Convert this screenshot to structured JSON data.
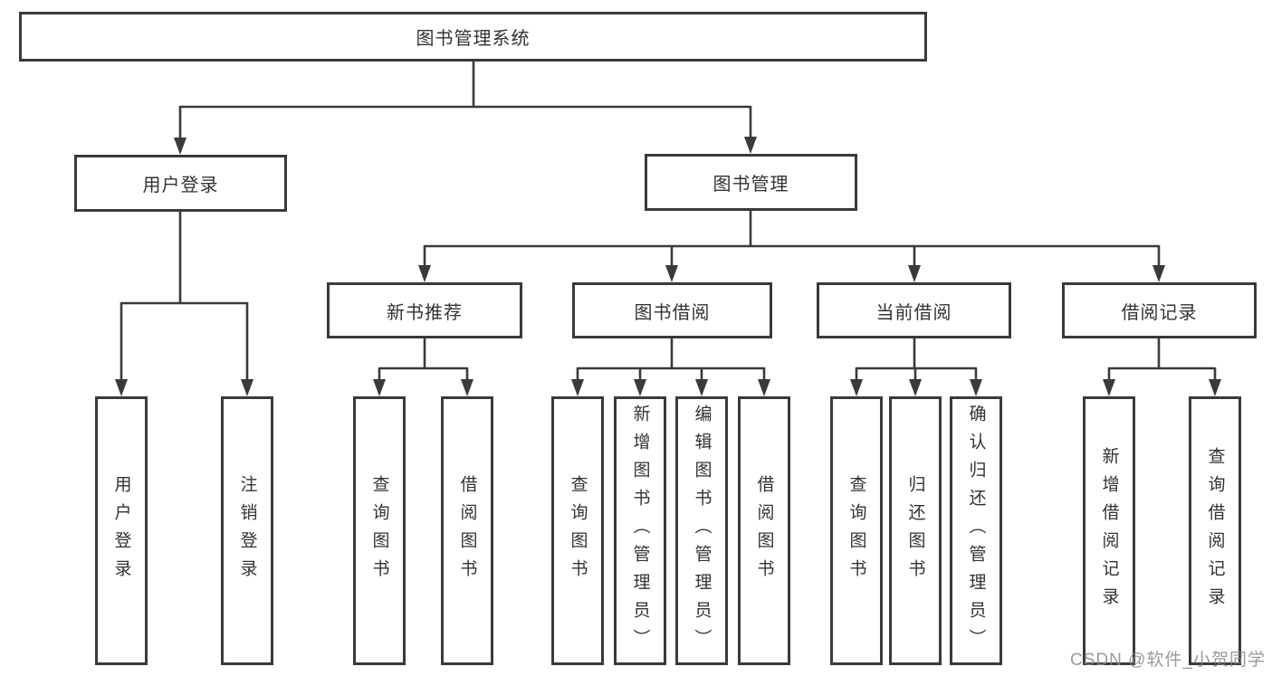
{
  "diagram": {
    "root": {
      "label": "图书管理系统"
    },
    "level2": [
      {
        "label": "用户登录"
      },
      {
        "label": "图书管理"
      }
    ],
    "level3": [
      {
        "label": "新书推荐"
      },
      {
        "label": "图书借阅"
      },
      {
        "label": "当前借阅"
      },
      {
        "label": "借阅记录"
      }
    ],
    "leaves": {
      "login": [
        "用户登录",
        "注销登录"
      ],
      "new_books": [
        "查询图书",
        "借阅图书"
      ],
      "borrowing": [
        "查询图书",
        "新增图书（管理员）",
        "编辑图书（管理员）",
        "借阅图书"
      ],
      "current": [
        "查询图书",
        "归还图书",
        "确认归还（管理员）"
      ],
      "records": [
        "新增借阅记录",
        "查询借阅记录"
      ]
    }
  },
  "watermark": {
    "text": "CSDN @软件_小贺同学"
  },
  "colors": {
    "line": "#3a3a3a",
    "box_border": "#3a3a3a",
    "text": "#333333",
    "background": "#ffffff",
    "watermark": "#888888"
  }
}
